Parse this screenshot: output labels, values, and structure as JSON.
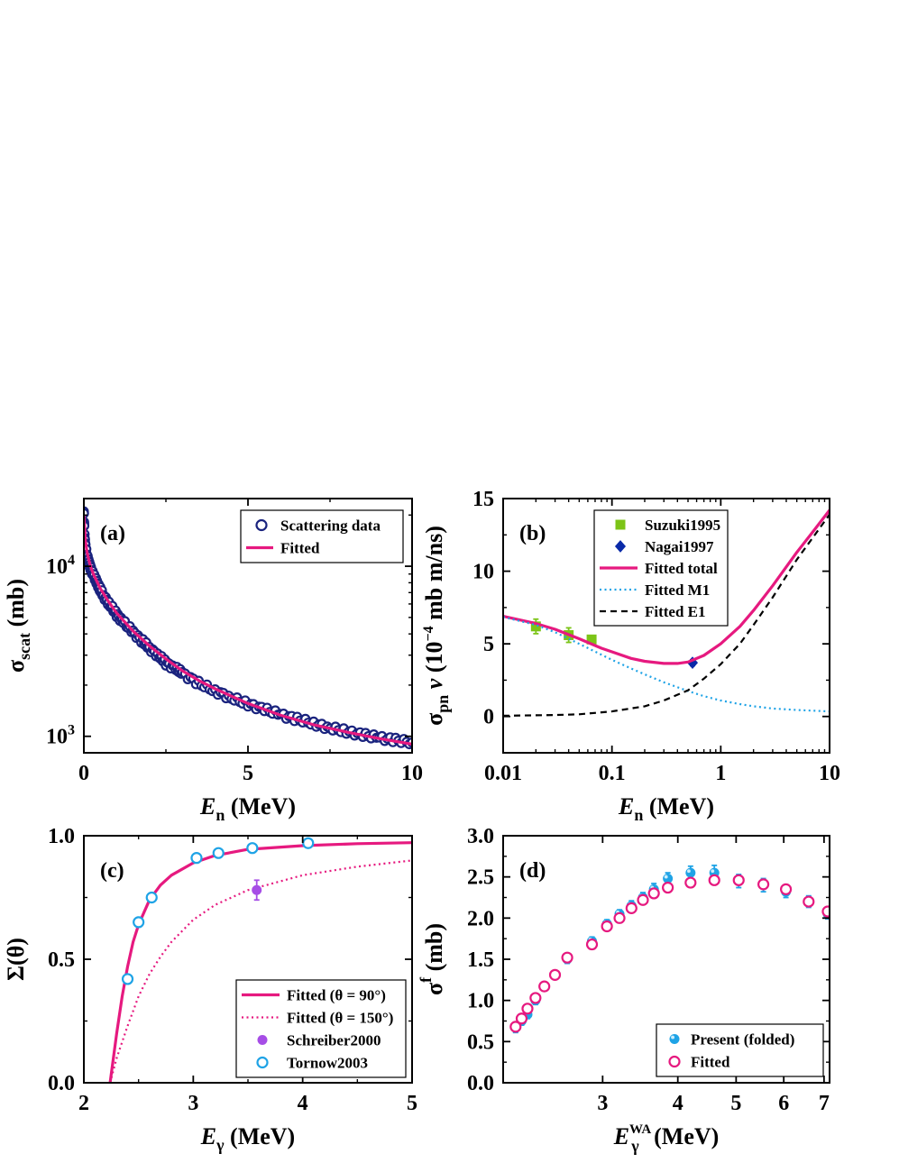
{
  "chart_data": [
    {
      "panel_label": "(a)",
      "type": "scatter",
      "xlabel_main": "E",
      "xlabel_sub": "n",
      "xlabel_unit": " (MeV)",
      "ylabel_main": "σ",
      "ylabel_sub": "scat",
      "ylabel_unit": " (mb)",
      "xlim": [
        0,
        10
      ],
      "ylim": [
        800,
        25000
      ],
      "yscale": "log",
      "xticks": [
        "0",
        "5",
        "10"
      ],
      "yticks": [
        {
          "base": "10",
          "exp": "3",
          "value": 1000
        },
        {
          "base": "10",
          "exp": "4",
          "value": 10000
        }
      ],
      "legend_position": "top-right",
      "series": [
        {
          "name": "Scattering data",
          "marker": "open-circle",
          "color": "#1a237e",
          "x": [
            0.0,
            0.02,
            0.05,
            0.1,
            0.15,
            0.2,
            0.3,
            0.4,
            0.5,
            0.6,
            0.8,
            1.0,
            1.2,
            1.5,
            1.8,
            2.0,
            2.3,
            2.5,
            2.8,
            3.0,
            3.5,
            4.0,
            4.5,
            5.0,
            5.5,
            6.0,
            6.5,
            7.0,
            7.5,
            8.0,
            8.5,
            9.0,
            9.5,
            10.0
          ],
          "y": [
            21000,
            15000,
            13000,
            11500,
            10500,
            9800,
            8800,
            8000,
            7300,
            6700,
            5900,
            5200,
            4700,
            4100,
            3600,
            3300,
            2950,
            2700,
            2500,
            2350,
            2050,
            1850,
            1680,
            1550,
            1440,
            1340,
            1260,
            1190,
            1120,
            1070,
            1020,
            980,
            950,
            920
          ]
        },
        {
          "name": "Fitted",
          "style": "solid",
          "color": "#e6197f",
          "x": [
            0.0,
            0.05,
            0.1,
            0.2,
            0.3,
            0.5,
            0.75,
            1.0,
            1.5,
            2.0,
            2.5,
            3.0,
            3.5,
            4.0,
            5.0,
            6.0,
            7.0,
            8.0,
            9.0,
            10.0
          ],
          "y": [
            20000,
            14000,
            12000,
            10000,
            8900,
            7400,
            6200,
            5300,
            4150,
            3400,
            2850,
            2430,
            2130,
            1900,
            1560,
            1330,
            1170,
            1060,
            970,
            900
          ]
        }
      ]
    },
    {
      "panel_label": "(b)",
      "type": "line",
      "xlabel_main": "E",
      "xlabel_sub": "n",
      "xlabel_unit": " (MeV)",
      "ylabel_main": "σ",
      "ylabel_sub": "pn",
      "ylabel_v": "v",
      "ylabel_unit": " (10",
      "ylabel_exp": "−4",
      "ylabel_tail": " mb m/ns)",
      "xscale": "log",
      "xlim": [
        0.01,
        10
      ],
      "ylim": [
        -2.5,
        15
      ],
      "xticks": [
        "0.01",
        "0.1",
        "1",
        "10"
      ],
      "yticks": [
        "0",
        "5",
        "10",
        "15"
      ],
      "legend_position": "top-center",
      "series": [
        {
          "name": "Suzuki1995",
          "marker": "filled-square",
          "color": "#7cc417",
          "x": [
            0.02,
            0.04,
            0.065
          ],
          "y": [
            6.2,
            5.6,
            5.3
          ],
          "err": [
            0.5,
            0.5,
            0.2
          ]
        },
        {
          "name": "Nagai1997",
          "marker": "filled-diamond",
          "color": "#0a2aa8",
          "x": [
            0.55
          ],
          "y": [
            3.7
          ],
          "err": [
            0.2
          ]
        },
        {
          "name": "Fitted total",
          "style": "solid",
          "color": "#e6197f",
          "x": [
            0.01,
            0.02,
            0.03,
            0.05,
            0.08,
            0.1,
            0.15,
            0.2,
            0.3,
            0.4,
            0.5,
            0.7,
            1.0,
            1.5,
            2.0,
            3.0,
            5.0,
            7.0,
            10.0
          ],
          "y": [
            6.9,
            6.4,
            6.0,
            5.35,
            4.7,
            4.45,
            4.0,
            3.8,
            3.65,
            3.65,
            3.75,
            4.2,
            5.0,
            6.2,
            7.3,
            9.0,
            11.3,
            12.7,
            14.2
          ]
        },
        {
          "name": "Fitted M1",
          "style": "dotted",
          "color": "#1fa3e6",
          "x": [
            0.01,
            0.02,
            0.03,
            0.05,
            0.08,
            0.1,
            0.15,
            0.2,
            0.3,
            0.5,
            0.7,
            1.0,
            1.5,
            2.0,
            3.0,
            5.0,
            10.0
          ],
          "y": [
            6.85,
            6.3,
            5.8,
            5.0,
            4.25,
            3.9,
            3.3,
            2.9,
            2.35,
            1.75,
            1.4,
            1.1,
            0.85,
            0.7,
            0.55,
            0.45,
            0.35
          ]
        },
        {
          "name": "Fitted E1",
          "style": "dashed",
          "color": "#000000",
          "x": [
            0.01,
            0.03,
            0.05,
            0.1,
            0.2,
            0.3,
            0.5,
            0.7,
            1.0,
            1.5,
            2.0,
            3.0,
            5.0,
            7.0,
            10.0
          ],
          "y": [
            0.05,
            0.1,
            0.15,
            0.35,
            0.7,
            1.1,
            1.8,
            2.6,
            3.6,
            5.0,
            6.3,
            8.2,
            10.8,
            12.3,
            13.9
          ]
        }
      ]
    },
    {
      "panel_label": "(c)",
      "type": "line",
      "xlabel_main": "E",
      "xlabel_sub": "γ",
      "xlabel_unit": " (MeV)",
      "ylabel_text": "Σ(θ)",
      "xlim": [
        2,
        5
      ],
      "ylim": [
        0,
        1
      ],
      "xticks": [
        "2",
        "3",
        "4",
        "5"
      ],
      "yticks": [
        "0.0",
        "0.5",
        "1.0"
      ],
      "legend_position": "bottom-right",
      "series": [
        {
          "name": "Fitted (θ = 90°)",
          "style": "solid",
          "color": "#e6197f",
          "x": [
            2.24,
            2.3,
            2.35,
            2.4,
            2.45,
            2.5,
            2.6,
            2.7,
            2.8,
            3.0,
            3.2,
            3.5,
            4.0,
            4.5,
            5.0
          ],
          "y": [
            0.0,
            0.2,
            0.35,
            0.47,
            0.57,
            0.64,
            0.74,
            0.8,
            0.84,
            0.89,
            0.92,
            0.945,
            0.96,
            0.968,
            0.972
          ]
        },
        {
          "name": "Fitted (θ = 150°)",
          "style": "dotted",
          "color": "#e6197f",
          "x": [
            2.24,
            2.3,
            2.4,
            2.5,
            2.6,
            2.7,
            2.8,
            3.0,
            3.2,
            3.5,
            4.0,
            4.5,
            5.0
          ],
          "y": [
            0.0,
            0.1,
            0.23,
            0.35,
            0.44,
            0.51,
            0.57,
            0.66,
            0.72,
            0.78,
            0.84,
            0.875,
            0.9
          ]
        },
        {
          "name": "Schreiber2000",
          "marker": "filled-circle",
          "color": "#a64de6",
          "x": [
            3.58
          ],
          "y": [
            0.78
          ],
          "err": [
            0.04
          ]
        },
        {
          "name": "Tornow2003",
          "marker": "open-circle",
          "color": "#1fa3e6",
          "x": [
            2.4,
            2.5,
            2.62,
            3.03,
            3.23,
            3.54,
            4.05
          ],
          "y": [
            0.42,
            0.65,
            0.75,
            0.91,
            0.93,
            0.95,
            0.97
          ],
          "err": [
            0.015,
            0.015,
            0.015,
            0.01,
            0.01,
            0.01,
            0.01
          ]
        }
      ]
    },
    {
      "panel_label": "(d)",
      "type": "scatter",
      "xlabel_main": "E",
      "xlabel_sub": "γ",
      "xlabel_sup": "WA",
      "xlabel_unit": " (MeV)",
      "ylabel_main": "σ",
      "ylabel_sup": "f",
      "ylabel_unit": " (mb)",
      "xscale": "log",
      "xlim": [
        2.05,
        7.15
      ],
      "ylim": [
        0,
        3
      ],
      "xticks": [
        {
          "label": "3",
          "value": 3
        },
        {
          "label": "4",
          "value": 4
        },
        {
          "label": "5",
          "value": 5
        },
        {
          "label": "6",
          "value": 6
        },
        {
          "label": "7",
          "value": 7
        }
      ],
      "yticks": [
        "0.0",
        "0.5",
        "1.0",
        "1.5",
        "2.0",
        "2.5",
        "3.0"
      ],
      "legend_position": "bottom-right",
      "series": [
        {
          "name": "Present (folded)",
          "marker": "filled-sphere",
          "color": "#1fa3e6",
          "x": [
            2.15,
            2.2,
            2.25,
            2.32,
            2.62,
            2.88,
            3.05,
            3.2,
            3.35,
            3.5,
            3.65,
            3.85,
            4.2,
            4.6,
            5.05,
            5.55,
            6.05,
            6.6,
            7.1
          ],
          "y": [
            0.67,
            0.75,
            0.83,
            1.0,
            1.5,
            1.72,
            1.93,
            2.05,
            2.15,
            2.25,
            2.35,
            2.48,
            2.55,
            2.55,
            2.45,
            2.4,
            2.32,
            2.2,
            2.05
          ],
          "err": [
            0.06,
            0.05,
            0.05,
            0.05,
            0.05,
            0.05,
            0.05,
            0.05,
            0.06,
            0.06,
            0.07,
            0.07,
            0.08,
            0.09,
            0.08,
            0.08,
            0.07,
            0.07,
            0.06
          ]
        },
        {
          "name": "Fitted",
          "marker": "open-circle",
          "color": "#e6197f",
          "x": [
            2.15,
            2.2,
            2.25,
            2.32,
            2.4,
            2.5,
            2.62,
            2.88,
            3.05,
            3.2,
            3.35,
            3.5,
            3.65,
            3.85,
            4.2,
            4.6,
            5.05,
            5.55,
            6.05,
            6.6,
            7.1
          ],
          "y": [
            0.68,
            0.78,
            0.9,
            1.03,
            1.17,
            1.31,
            1.52,
            1.68,
            1.9,
            2.0,
            2.12,
            2.22,
            2.3,
            2.37,
            2.43,
            2.46,
            2.46,
            2.41,
            2.35,
            2.2,
            2.08
          ]
        }
      ]
    }
  ]
}
